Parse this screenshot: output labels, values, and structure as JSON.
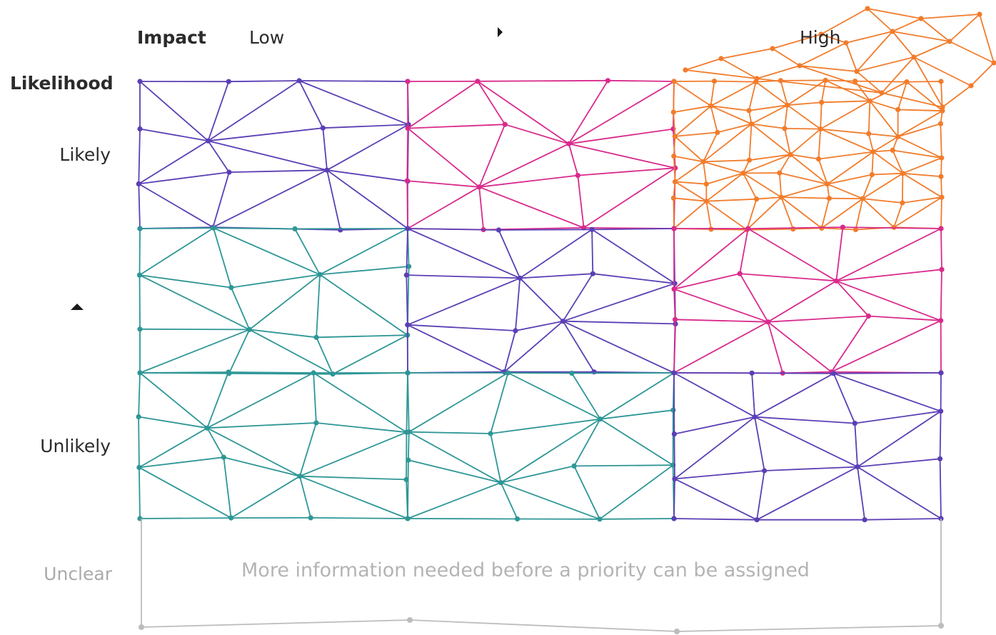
{
  "axes": {
    "impact_title": "Impact",
    "impact_low": "Low",
    "impact_high": "High",
    "likelihood_title": "Likelihood",
    "likely": "Likely",
    "unlikely": "Unlikely",
    "unclear": "Unclear"
  },
  "unclear_note": "More information needed before a priority can be assigned",
  "colors": {
    "low": "#2e9696",
    "medium": "#5b3fb5",
    "high": "#d92a8c",
    "critical": "#f27c2c",
    "unclear": "#bcbcbc"
  },
  "priority_grid": [
    [
      "medium",
      "high",
      "critical"
    ],
    [
      "low",
      "medium",
      "high"
    ],
    [
      "low",
      "low",
      "medium"
    ]
  ]
}
